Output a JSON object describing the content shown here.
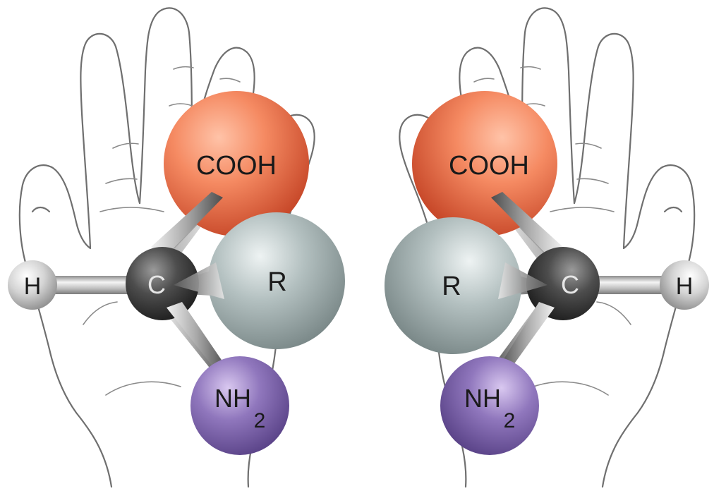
{
  "molecules": [
    {
      "side": "left",
      "groups": {
        "cooh": "COOH",
        "r": "R",
        "c": "C",
        "h": "H",
        "nh": "NH",
        "nh_sub": "2"
      }
    },
    {
      "side": "right",
      "groups": {
        "cooh": "COOH",
        "r": "R",
        "c": "C",
        "h": "H",
        "nh": "NH",
        "nh_sub": "2"
      }
    }
  ],
  "colors": {
    "cooh": "#f07850",
    "r": "#aab8b8",
    "c": "#4a4a4a",
    "h": "#d8d8d8",
    "nh2": "#8a6fb5",
    "hand_outline": "#6f6f6f"
  }
}
